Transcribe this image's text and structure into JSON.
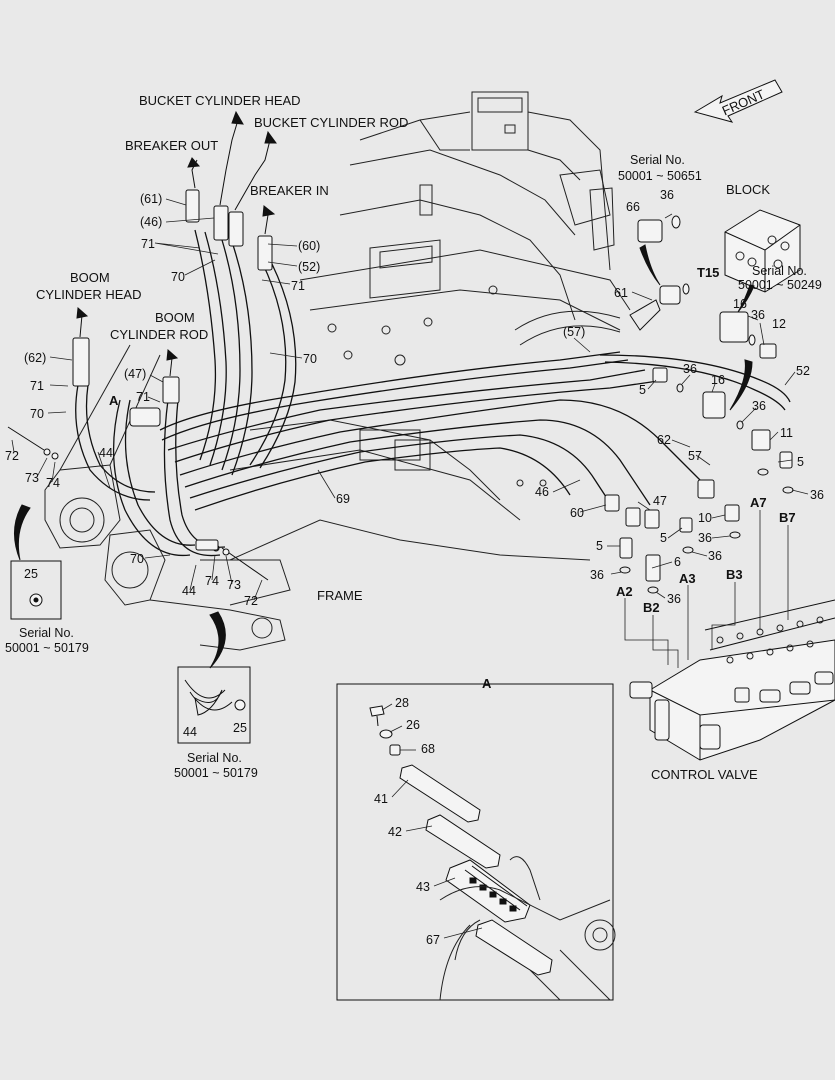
{
  "captions": {
    "bucket_cyl_head": "BUCKET CYLINDER HEAD",
    "bucket_cyl_rod": "BUCKET CYLINDER ROD",
    "breaker_out": "BREAKER OUT",
    "breaker_in": "BREAKER IN",
    "boom_cyl_head_1": "BOOM",
    "boom_cyl_head_2": "CYLINDER HEAD",
    "boom_cyl_rod_1": "BOOM",
    "boom_cyl_rod_2": "CYLINDER ROD",
    "frame": "FRAME",
    "block": "BLOCK",
    "control_valve": "CONTROL VALVE",
    "front": "FRONT",
    "detail_a_title": "A",
    "view_a_marker": "A"
  },
  "serials": {
    "top_label": "Serial No.",
    "top_range": "50001 ~ 50651",
    "block_label": "Serial No.",
    "block_range": "50001 ~ 50249",
    "left_label": "Serial No.",
    "left_range": "50001 ~ 50179",
    "mid_label": "Serial No.",
    "mid_range": "50001 ~ 50179"
  },
  "ports": {
    "t15": "T15",
    "a2": "A2",
    "b2": "B2",
    "a3": "A3",
    "b3": "B3",
    "a7": "A7",
    "b7": "B7"
  },
  "callouts": {
    "p61_paren": "(61)",
    "p46_paren": "(46)",
    "p71_top": "71",
    "p70_top": "70",
    "p60_paren": "(60)",
    "p52_paren": "(52)",
    "p71_right": "71",
    "p70_mid": "70",
    "p62_paren": "(62)",
    "p71_left": "71",
    "p70_left": "70",
    "p47_paren": "(47)",
    "p71_mid": "71",
    "p72_left": "72",
    "p73_left": "73",
    "p74_left": "74",
    "p44_left": "44",
    "p69": "69",
    "p70_bottom": "70",
    "p44_bottom": "44",
    "p74_right": "74",
    "p73_right": "73",
    "p72_right": "72",
    "p25_left": "25",
    "p44_inset": "44",
    "p25_inset": "25",
    "p66": "66",
    "p36_top": "36",
    "p61_right": "61",
    "p16_block": "16",
    "p36_block": "36",
    "p12_block": "12",
    "p57_paren": "(57)",
    "p5_a": "5",
    "p36_a": "36",
    "p16_mid": "16",
    "p52_right": "52",
    "p36_b": "36",
    "p11": "11",
    "p62_right": "62",
    "p57_right": "57",
    "p5_b": "5",
    "p46_right": "46",
    "p47_right": "47",
    "p60_right": "60",
    "p10": "10",
    "p36_c": "36",
    "p5_c": "5",
    "p6": "6",
    "p36_d": "36",
    "p5_d": "5",
    "p36_e": "36",
    "p36_f": "36",
    "p36_g": "36",
    "p28": "28",
    "p26": "26",
    "p68": "68",
    "p41": "41",
    "p42": "42",
    "p43": "43",
    "p67": "67"
  }
}
